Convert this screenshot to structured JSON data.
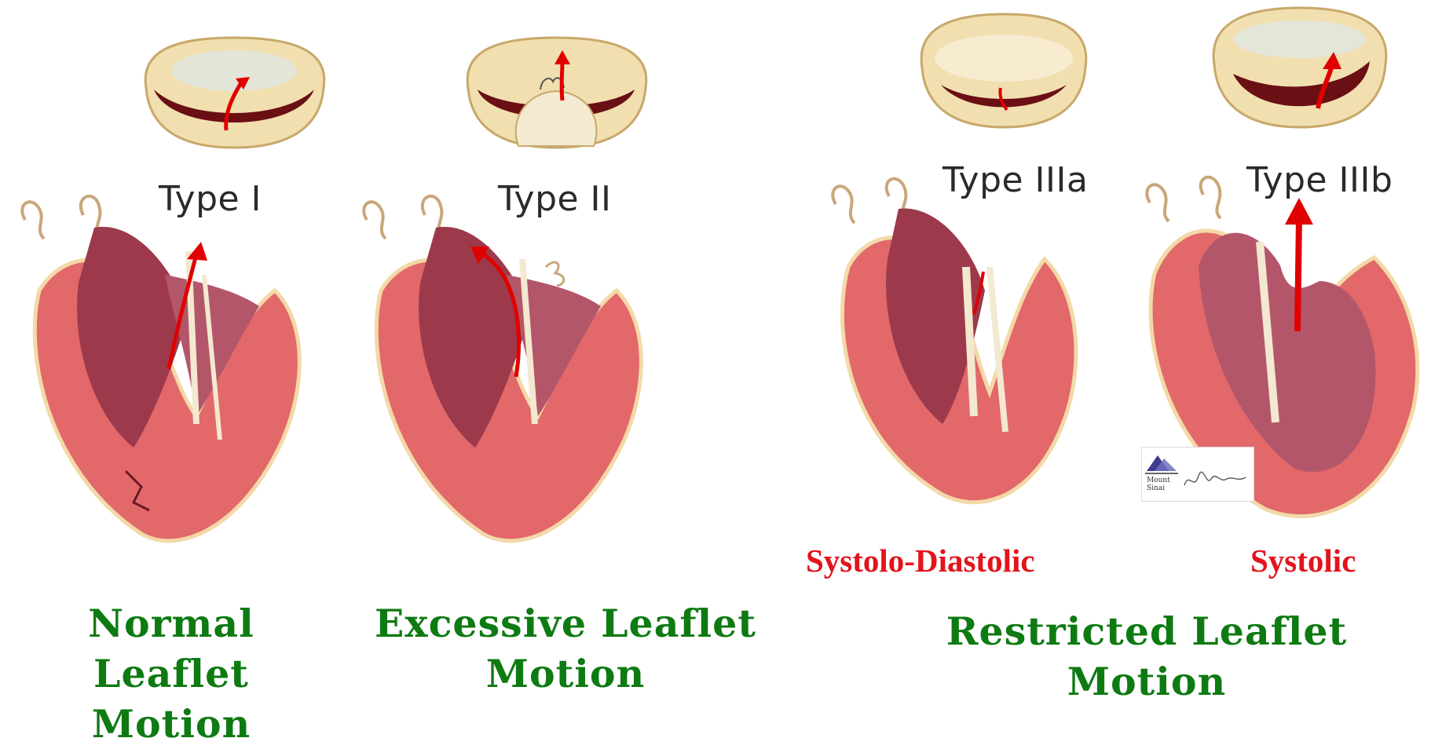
{
  "panels": [
    {
      "type_label": "Type I",
      "category": {
        "line1": "Normal Leaflet",
        "line2": "Motion"
      }
    },
    {
      "type_label": "Type II",
      "category": {
        "line1": "Excessive Leaflet",
        "line2": "Motion"
      }
    },
    {
      "type_label": "Type IIIa",
      "phase": "Systolo-Diastolic"
    },
    {
      "type_label": "Type IIIb",
      "phase": "Systolic"
    }
  ],
  "restricted_category": {
    "line1": "Restricted Leaflet",
    "line2": "Motion"
  },
  "colors": {
    "category_green": "#0e7a12",
    "phase_red": "#e3141b",
    "arrow_red": "#e00000",
    "muscle": "#e2686a",
    "chamber": "#9c3a4c",
    "valve_cream": "#f1dfb0"
  },
  "logo": {
    "name": "mount-sinai-logo",
    "lines": [
      "Mount",
      "Sinai"
    ],
    "signature": "M.Williams"
  }
}
